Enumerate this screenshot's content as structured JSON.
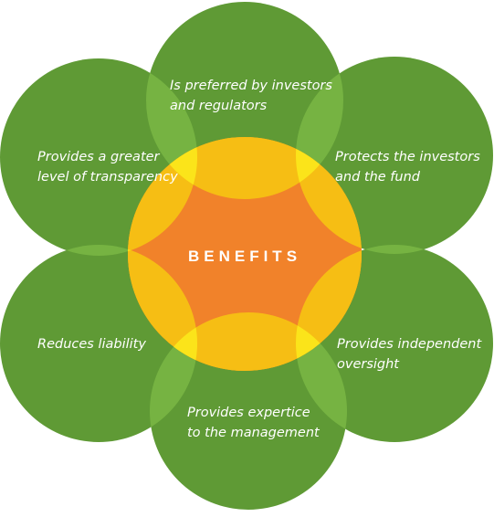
{
  "center": {
    "label": "BENEFITS"
  },
  "petals": [
    {
      "id": "top",
      "lines": [
        "Is preferred by investors",
        "and regulators"
      ]
    },
    {
      "id": "upper-right",
      "lines": [
        "Protects the investors",
        "and the fund"
      ]
    },
    {
      "id": "lower-right",
      "lines": [
        "Provides independent",
        "oversight"
      ]
    },
    {
      "id": "bottom",
      "lines": [
        "Provides expertice",
        "to the management"
      ]
    },
    {
      "id": "lower-left",
      "lines": [
        "Reduces liability"
      ]
    },
    {
      "id": "upper-left",
      "lines": [
        "Provides a greater",
        "level of transparency"
      ]
    }
  ],
  "colors": {
    "petal": "#5f9a35",
    "petal_overlap": "#76b342",
    "center": "#f6be14",
    "center_inner": "#f1822a",
    "center_overlap": "#fbe41a"
  }
}
